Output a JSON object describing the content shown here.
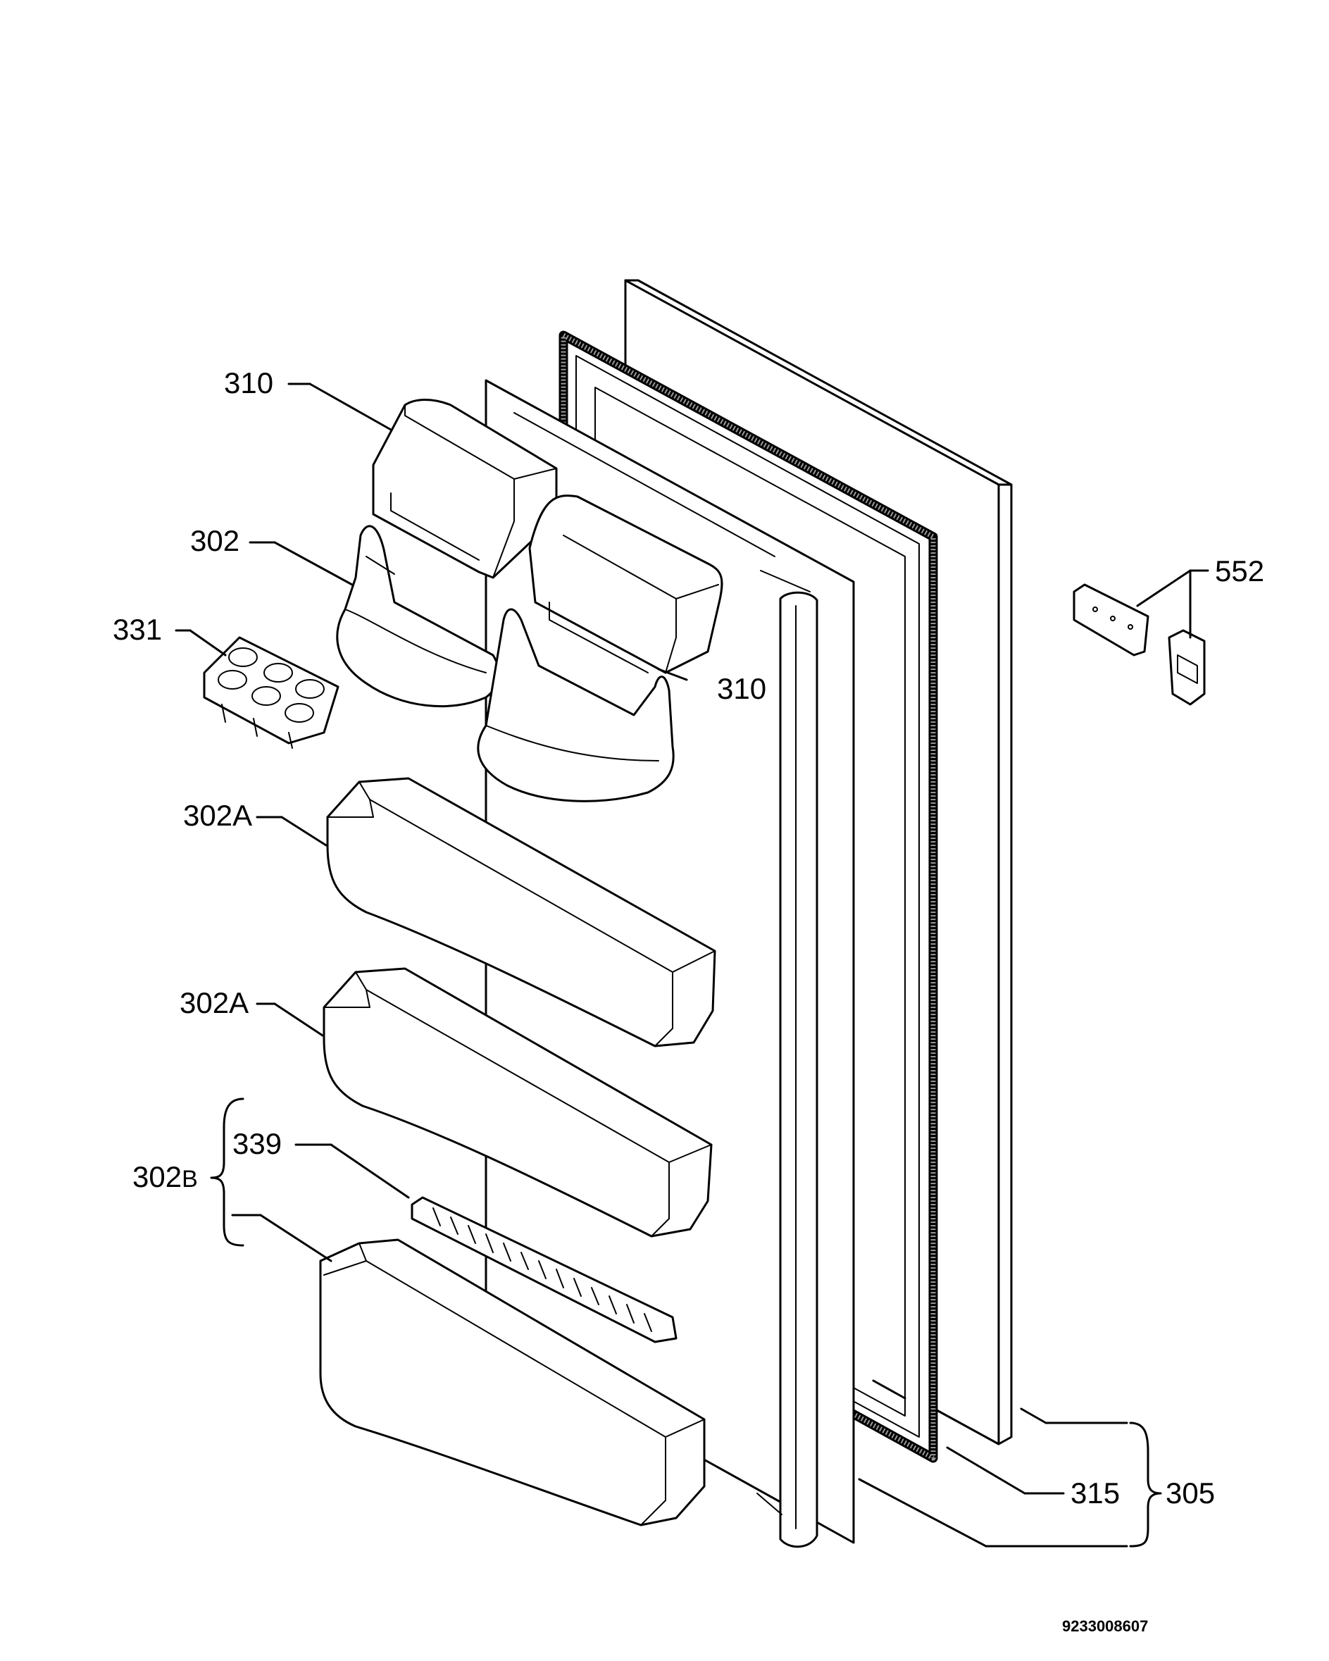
{
  "diagram": {
    "drawing_number": "9233008607",
    "callouts": {
      "top_box_shelf": "310",
      "middle_box_shelf": "310",
      "bottle_holder_shelf": "302",
      "egg_tray": "331",
      "door_bin_upper": "302A",
      "door_bin_middle": "302A",
      "bin_assembly_main": "302",
      "bin_assembly_suffix": "B",
      "bottle_retainer": "339",
      "hinge_bracket": "552",
      "door_gasket": "315",
      "door_assembly": "305"
    },
    "part_icons": [
      "door-panel-shape",
      "door-gasket-shape",
      "inner-liner-shape",
      "box-shelf-shape",
      "egg-tray-shape",
      "door-bin-shape",
      "bottle-retainer-shape",
      "hinge-bracket-shape"
    ]
  }
}
